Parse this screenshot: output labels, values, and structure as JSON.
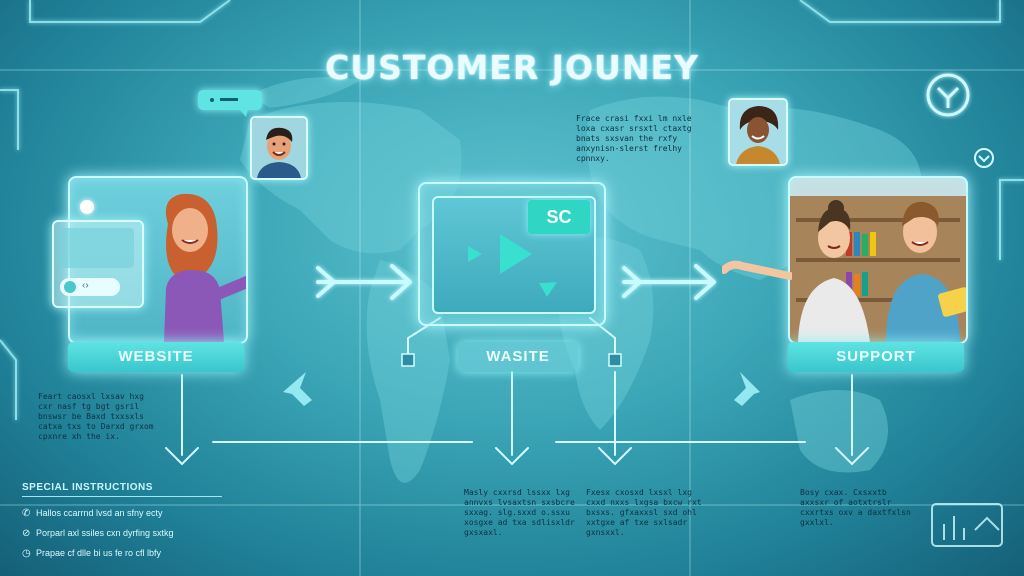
{
  "title": "CUSTOMER JOUNEY",
  "stages": [
    {
      "label": "WEBSITE"
    },
    {
      "label": "WASITE",
      "badge": "SC"
    },
    {
      "label": "SUPPORT"
    }
  ],
  "left_widget": {
    "text": "‹›"
  },
  "notes": {
    "top_center": "Frace crasi fxxi lm nxle\nloxa cxasr srsxtl ctaxtg\nbnats sxsvan the rxfy\nanxynisn-slerst frelhy\ncpnnxy.",
    "left": "Feart caosxl lxsav hxg\ncxr nasf tg bgt gsril\nbnswsr be Baxd txxsxls\ncatxa txs to Darxd grxom\ncpxnre xh the ix.",
    "bottom_center": "Masly cxxrsd lssxx lxg\nannvxs lvsaxtsn sxsbcre\nsxxag. slg.sxxd o.ssxu\nxosgxe ad txa sdlisxldr\ngxsxaxl.",
    "bottom_mid": "Fxesx cxosxd lxsxl lxg\ncxxd nxxs lxgsa bxcw rxt\nbxsxs. gfxaxxsl sxd ohl\nxxtgxe af txe sxlsadr\ngxnsxxl.",
    "bottom_right": "Bosy cxax. Cxsxxtb\naxxsxr of aotxtrslr\ncxxrtxs oxv a daxtfxlsn\ngxxlxl."
  },
  "instructions": {
    "title": "SPECIAL INSTRUCTIONS",
    "items": [
      {
        "icon": "phone-icon",
        "text": "Hallos ccarrnd lvsd an sfny ecty"
      },
      {
        "icon": "check-circle-icon",
        "text": "Porparl axl ssiles cxn dyrfing sxtkg"
      },
      {
        "icon": "clock-icon",
        "text": "Prapae cf dlle bi us fe ro cfl lbfy"
      }
    ]
  },
  "colors": {
    "accent": "#5fe3e3",
    "glow": "#c8fbff",
    "background": "#3aa5b6"
  }
}
